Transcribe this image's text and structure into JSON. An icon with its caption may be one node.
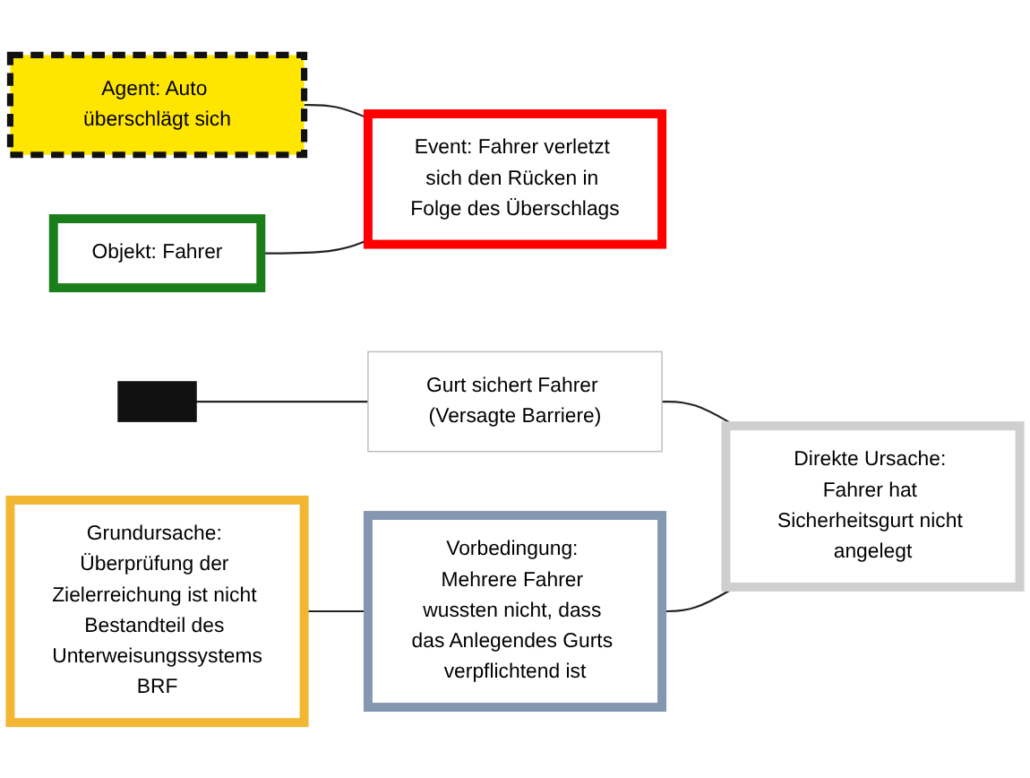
{
  "diagram": {
    "nodes": [
      {
        "text": [
          "Agent: Auto überschlägt sich"
        ]
      },
      {
        "text": [
          "Event: Fahrer verletzt sich den Rücken in Folge des Überschlags"
        ]
      },
      {
        "text": [
          "Objekt: Fahrer"
        ]
      },
      {
        "text": [],
        "shape": "bar"
      },
      {
        "text": [
          "Gurt sichert Fahrer (Versagte Barriere)"
        ]
      },
      {
        "text": [
          "Grundursache: Überprüfung der Zielerreichung ist nicht Bestandteil des Unterweisungssystems",
          "BRF"
        ]
      },
      {
        "text": [
          "Vorbedingung: Mehrere Fahrer wussten nicht, dass das Anlegendes Gurts verpflichtend ist"
        ]
      },
      {
        "text": [
          "Direkte Ursache: Fahrer hat Sicherheitsgurt nicht angelegt"
        ]
      }
    ],
    "edges": [
      {
        "from": 0,
        "to": 1,
        "arrow": "none"
      },
      {
        "from": 2,
        "to": 1,
        "arrow": "none"
      },
      {
        "from": 3,
        "to": 4,
        "arrow": "none"
      },
      {
        "from": 4,
        "to": 7,
        "arrow": "none"
      },
      {
        "from": 5,
        "to": 6,
        "arrow": "none"
      },
      {
        "from": 6,
        "to": 7,
        "arrow": "none"
      }
    ]
  }
}
